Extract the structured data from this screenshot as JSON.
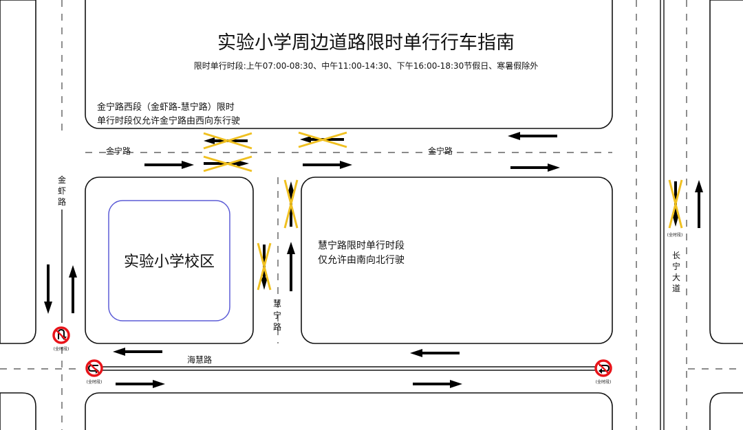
{
  "title": "实验小学周边道路限时单行行车指南",
  "subtitle": "限时单行时段:上午07:00-08:30、中午11:00-14:30、下午16:00-18:30节假日、寒暑假除外",
  "roads": {
    "jinning": "金宁路",
    "jinxia": [
      "金",
      "虾",
      "路"
    ],
    "huining": [
      "慧",
      "宁",
      "路"
    ],
    "haihui": "海慧路",
    "changning": [
      "长",
      "宁",
      "大",
      "道"
    ]
  },
  "notes": {
    "jinning_line1": "金宁路西段（金虾路-慧宁路）限时",
    "jinning_line2": "单行时段仅允许金宁路由西向东行驶",
    "huining_line1": "慧宁路限时单行时段",
    "huining_line2": "仅允许由南向北行驶"
  },
  "school": "实验小学校区",
  "sign_label": "(全时段)",
  "colors": {
    "ban_cross": "#f0c020",
    "sign_red": "#e8141a",
    "school_border": "#5b5bd6"
  },
  "icons": {
    "no_uturn": "no-u-turn-icon",
    "direction": "arrow-icon"
  }
}
